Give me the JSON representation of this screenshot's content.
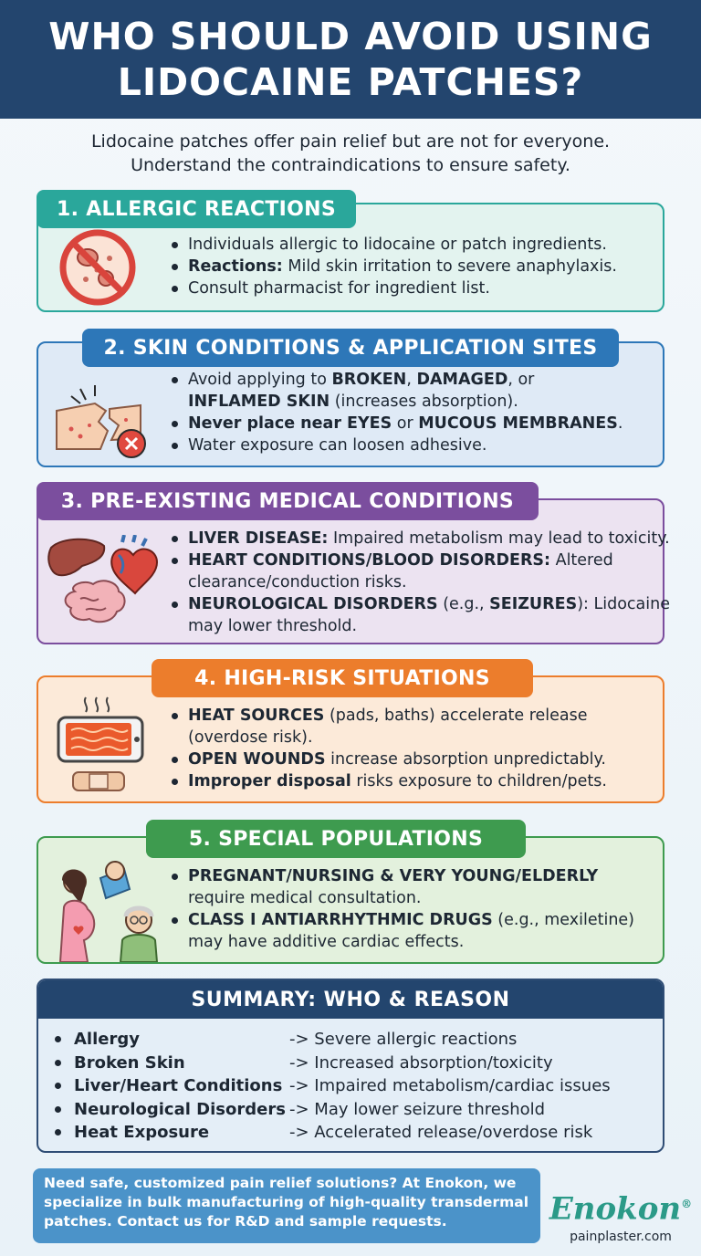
{
  "header": {
    "title_lines": [
      "WHO SHOULD AVOID USING",
      "LIDOCAINE PATCHES?"
    ]
  },
  "intro": {
    "lines": [
      "Lidocaine patches offer pain relief but are not for everyone.",
      "Understand the contraindications to ensure safety."
    ]
  },
  "sections": [
    {
      "title": "1. ALLERGIC REACTIONS",
      "color": "#2aa79b",
      "bg": "#e3f3ef",
      "icon": "no-allergen-icon",
      "bullets": [
        [
          [
            "Individuals allergic to lidocaine or patch ingredients."
          ]
        ],
        [
          [
            "**Reactions:** Mild skin irritation to severe anaphylaxis."
          ]
        ],
        [
          [
            "Consult pharmacist for ingredient list."
          ]
        ]
      ]
    },
    {
      "title": "2. SKIN CONDITIONS & APPLICATION SITES",
      "color": "#2d77b8",
      "bg": "#dfeaf6",
      "icon": "broken-skin-icon",
      "bullets": [
        [
          [
            "Avoid applying to **BROKEN**, **DAMAGED**, or"
          ],
          [
            "**INFLAMED SKIN** (increases absorption)."
          ]
        ],
        [
          [
            "**Never place near EYES** or **MUCOUS MEMBRANES**."
          ]
        ],
        [
          [
            "Water exposure can loosen adhesive."
          ]
        ]
      ]
    },
    {
      "title": "3. PRE-EXISTING MEDICAL CONDITIONS",
      "color": "#7b4e9e",
      "bg": "#ece3f1",
      "icon": "organs-icon",
      "bullets": [
        [
          [
            "**LIVER DISEASE:** Impaired metabolism may lead to toxicity."
          ]
        ],
        [
          [
            "**HEART CONDITIONS/BLOOD DISORDERS:** Altered"
          ],
          [
            "clearance/conduction risks."
          ]
        ],
        [
          [
            "**NEUROLOGICAL DISORDERS** (e.g., **SEIZURES**): Lidocaine"
          ],
          [
            "may lower threshold."
          ]
        ]
      ]
    },
    {
      "title": "4. HIGH-RISK SITUATIONS",
      "color": "#ec7d2c",
      "bg": "#fcead9",
      "icon": "heating-pad-icon",
      "bullets": [
        [
          [
            "**HEAT SOURCES** (pads, baths) accelerate release"
          ],
          [
            "(overdose risk)."
          ]
        ],
        [
          [
            "**OPEN WOUNDS** increase absorption unpredictably."
          ]
        ],
        [
          [
            "**Improper disposal** risks exposure to children/pets."
          ]
        ]
      ]
    },
    {
      "title": "5. SPECIAL POPULATIONS",
      "color": "#3e9b4f",
      "bg": "#e3f1dd",
      "icon": "family-icon",
      "bullets": [
        [
          [
            "**PREGNANT/NURSING & VERY YOUNG/ELDERLY**"
          ],
          [
            "require medical consultation."
          ]
        ],
        [
          [
            "**CLASS I ANTIARRHYTHMIC DRUGS** (e.g., mexiletine)"
          ],
          [
            "may have additive cardiac effects."
          ]
        ]
      ]
    }
  ],
  "summary": {
    "title": "SUMMARY: WHO & REASON",
    "rows": [
      {
        "who": "Allergy",
        "reason": "-> Severe allergic reactions"
      },
      {
        "who": "Broken Skin",
        "reason": "-> Increased absorption/toxicity"
      },
      {
        "who": "Liver/Heart Conditions",
        "reason": "-> Impaired metabolism/cardiac issues"
      },
      {
        "who": "Neurological Disorders",
        "reason": "-> May lower seizure threshold"
      },
      {
        "who": "Heat Exposure",
        "reason": "-> Accelerated release/overdose risk"
      }
    ]
  },
  "footer": {
    "lines": [
      "Need safe, customized pain relief solutions? At Enokon, we",
      "specialize in bulk manufacturing of high-quality transdermal",
      "patches. Contact us for R&D and sample requests."
    ],
    "brand": "Enokon",
    "brand_mark": "®",
    "website": "painplaster.com"
  }
}
